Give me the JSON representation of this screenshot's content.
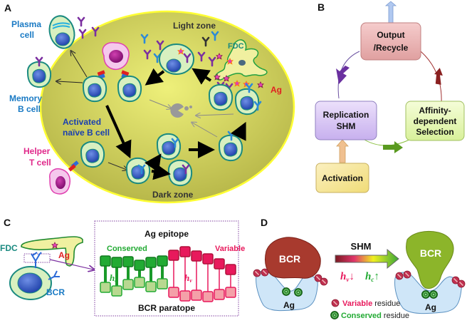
{
  "panels": {
    "a": {
      "label": "A",
      "light_zone": "Light zone",
      "dark_zone": "Dark zone",
      "fdc": "FDC",
      "ag": "Ag",
      "plasma_cell": [
        "Plasma",
        "cell"
      ],
      "memory_b_cell": [
        "Memory",
        "B cell"
      ],
      "activated_naive": [
        "Activated",
        "naïve B cell"
      ],
      "helper_t": [
        "Helper",
        "T cell"
      ]
    },
    "b": {
      "label": "B",
      "boxes": {
        "output": [
          "Output",
          "/Recycle"
        ],
        "replication": [
          "Replication",
          "SHM"
        ],
        "selection": [
          "Affinity-",
          "dependent",
          "Selection"
        ],
        "activation": [
          "Activation"
        ]
      }
    },
    "c": {
      "label": "C",
      "fdc": "FDC",
      "ag": "Ag",
      "bcr": "BCR",
      "ag_epitope": "Ag epitope",
      "conserved": "Conserved",
      "variable": "Variable",
      "bcr_paratope": "BCR paratope",
      "hc": "h",
      "hc_sub": "c",
      "hv": "h",
      "hv_sub": "v"
    },
    "d": {
      "label": "D",
      "bcr_left": "BCR",
      "bcr_right": "BCR",
      "ag_left": "Ag",
      "ag_right": "Ag",
      "shm": "SHM",
      "hv_down": "h",
      "hv_sub": "v",
      "hv_arrow": "↓",
      "hc_up": "h",
      "hc_sub": "c",
      "hc_arrow": "↑",
      "legend": {
        "variable_word": "Variable",
        "conserved_word": "Conserved",
        "residue": " residue"
      }
    }
  },
  "colors": {
    "gc_fill": "#d7dc5a",
    "gc_edge": "#ffff33",
    "cell_fill": "#d8f0c0",
    "cell_edge": "#1a8a80",
    "nucleus": "#3b64c8",
    "antibody_purple": "#7b2fa0",
    "antibody_blue": "#2c8ad8",
    "conserved_green": "#22aa33",
    "variable_red": "#e8195c",
    "bcr_brown": "#a23a30",
    "bcr_green": "#8cb52a",
    "ag_blue": "#cfe6f8"
  }
}
